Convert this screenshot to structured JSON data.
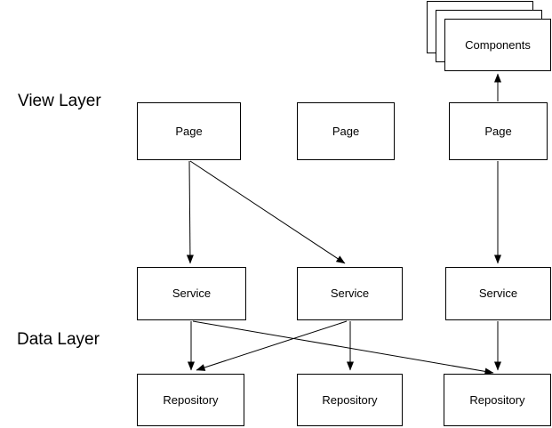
{
  "diagram": {
    "layer_labels": {
      "view": "View Layer",
      "data": "Data Layer"
    },
    "nodes": {
      "components": {
        "label": "Components"
      },
      "page_1": {
        "label": "Page"
      },
      "page_2": {
        "label": "Page"
      },
      "page_3": {
        "label": "Page"
      },
      "service_1": {
        "label": "Service"
      },
      "service_2": {
        "label": "Service"
      },
      "service_3": {
        "label": "Service"
      },
      "repository_1": {
        "label": "Repository"
      },
      "repository_2": {
        "label": "Repository"
      },
      "repository_3": {
        "label": "Repository"
      }
    },
    "edges": [
      {
        "from": "page_3",
        "to": "components"
      },
      {
        "from": "page_3",
        "to": "service_3"
      },
      {
        "from": "page_1",
        "to": "service_1"
      },
      {
        "from": "page_1",
        "to": "service_2"
      },
      {
        "from": "service_1",
        "to": "repository_1"
      },
      {
        "from": "service_1",
        "to": "repository_3"
      },
      {
        "from": "service_2",
        "to": "repository_1"
      },
      {
        "from": "service_2",
        "to": "repository_2"
      },
      {
        "from": "service_3",
        "to": "repository_3"
      }
    ],
    "colors": {
      "stroke": "#000000",
      "node_fill": "#ffffff",
      "background": "#ffffff"
    }
  }
}
